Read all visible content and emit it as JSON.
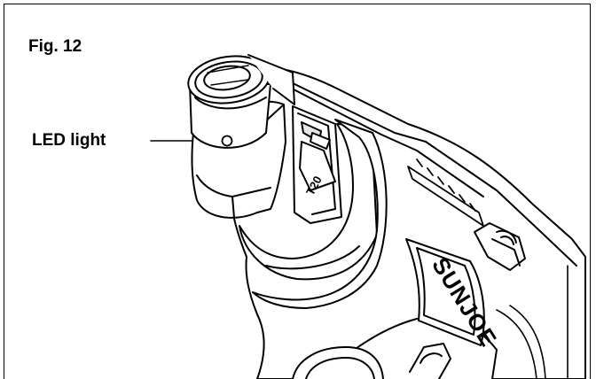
{
  "figure": {
    "title": "Fig. 12",
    "callout_label": "LED light",
    "brand_text": "SUNJOE",
    "bit_marking": "T20"
  },
  "colors": {
    "line": "#000000",
    "fill": "#ffffff",
    "shade": "#f2f2f2"
  }
}
